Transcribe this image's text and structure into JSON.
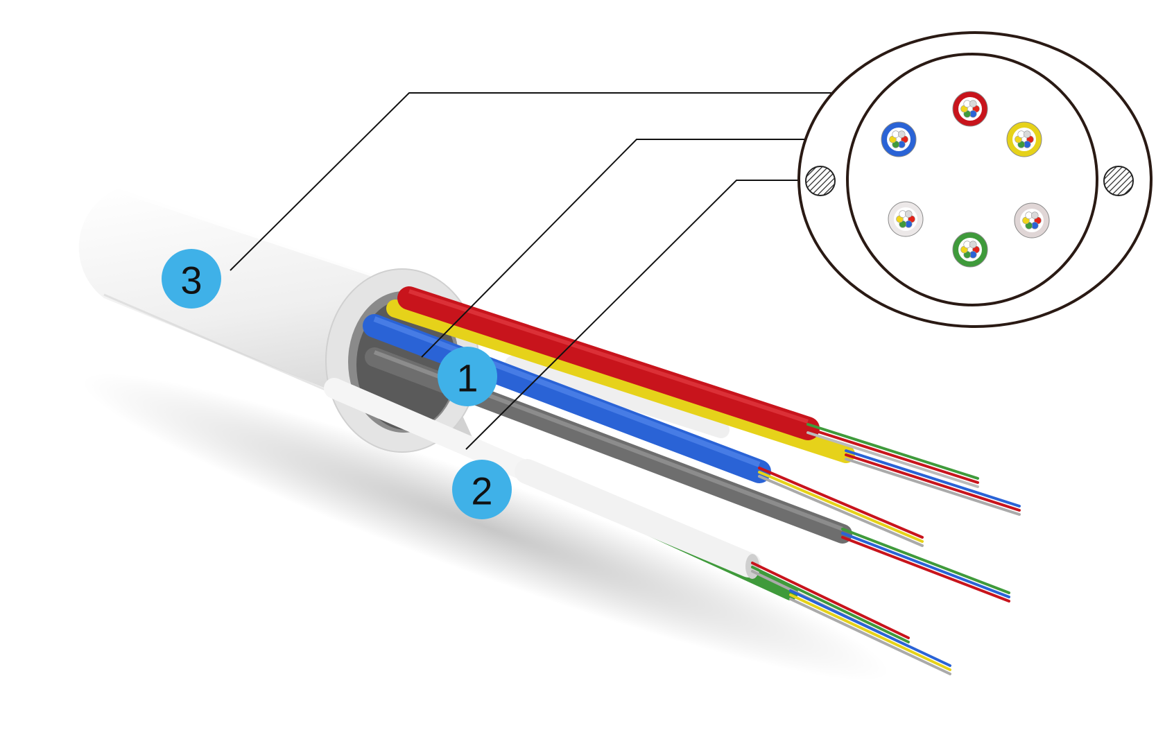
{
  "callouts": [
    {
      "id": "callout-3",
      "label": "3",
      "part": "sheath"
    },
    {
      "id": "callout-1",
      "label": "1",
      "part": "micro-tube"
    },
    {
      "id": "callout-2",
      "label": "2",
      "part": "strength-member"
    }
  ],
  "colors": {
    "callout_fill": "#3fb1e8",
    "outline": "#2a1a14",
    "sheath": "#f2f2f2",
    "tube_red": "#c8141c",
    "tube_yellow": "#e6d21a",
    "tube_blue": "#2a63d6",
    "tube_gray": "#6e6e6e",
    "tube_green": "#3f9a3b",
    "tube_white": "#ececec"
  },
  "cross_section": {
    "tubes": [
      {
        "color": "#c8141c"
      },
      {
        "color": "#e6d21a"
      },
      {
        "color": "#e0d6d6"
      },
      {
        "color": "#3f9a3b"
      },
      {
        "color": "#ece8e8"
      },
      {
        "color": "#2a63d6"
      }
    ],
    "fiber_colors": [
      "#e2231a",
      "#2a63d6",
      "#3f9a3b",
      "#f0d51c",
      "#ffffff",
      "#d9d9d9"
    ]
  }
}
